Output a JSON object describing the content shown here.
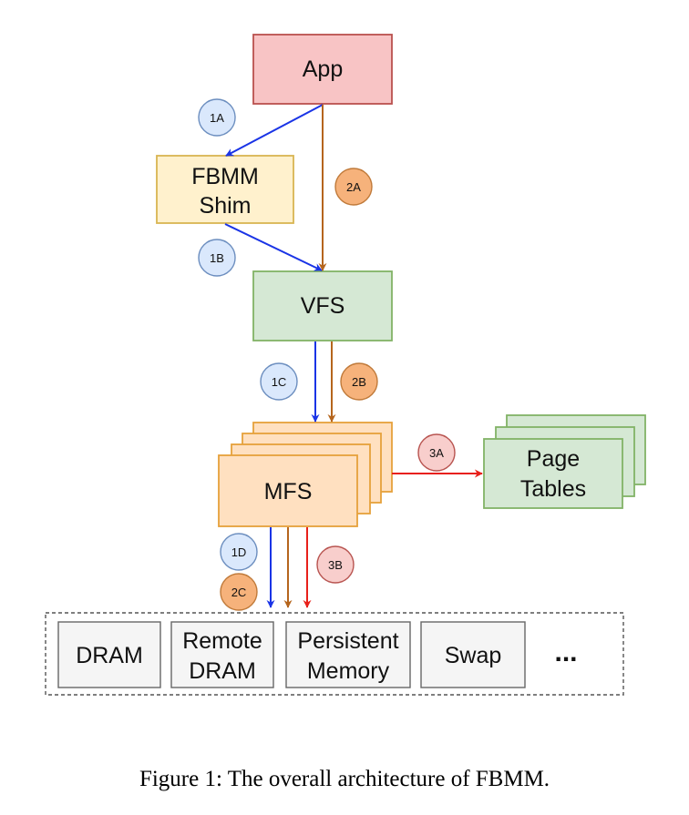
{
  "colors": {
    "app_fill": "#f8c4c5",
    "app_stroke": "#b9514e",
    "shim_fill": "#fff1cd",
    "shim_stroke": "#d9b552",
    "vfs_fill": "#d5e8d4",
    "vfs_stroke": "#82b366",
    "mfs_fill": "#ffe0c0",
    "mfs_stroke": "#e5a13b",
    "pt_fill": "#d5e8d4",
    "pt_stroke": "#82b366",
    "mem_fill": "#f5f5f5",
    "mem_stroke": "#666666",
    "blue": "#1a34e6",
    "brown": "#b5651d",
    "red": "#e8201a",
    "badge_blue_fill": "#dae8fc",
    "badge_blue_stroke": "#6c8ebf",
    "badge_orange_fill": "#f6b27b",
    "badge_orange_stroke": "#c07a3a",
    "badge_red_fill": "#f8cecc",
    "badge_red_stroke": "#b85450"
  },
  "boxes": {
    "app": "App",
    "fbmm_shim_line1": "FBMM",
    "fbmm_shim_line2": "Shim",
    "vfs": "VFS",
    "mfs": "MFS",
    "page_tables_line1": "Page",
    "page_tables_line2": "Tables"
  },
  "memory": {
    "dram": "DRAM",
    "remote_line1": "Remote",
    "remote_line2": "DRAM",
    "persistent_line1": "Persistent",
    "persistent_line2": "Memory",
    "swap": "Swap",
    "more": "..."
  },
  "badges": {
    "b1a": "1A",
    "b1b": "1B",
    "b1c": "1C",
    "b1d": "1D",
    "b2a": "2A",
    "b2b": "2B",
    "b2c": "2C",
    "b3a": "3A",
    "b3b": "3B"
  },
  "caption": "Figure 1: The overall architecture of FBMM."
}
